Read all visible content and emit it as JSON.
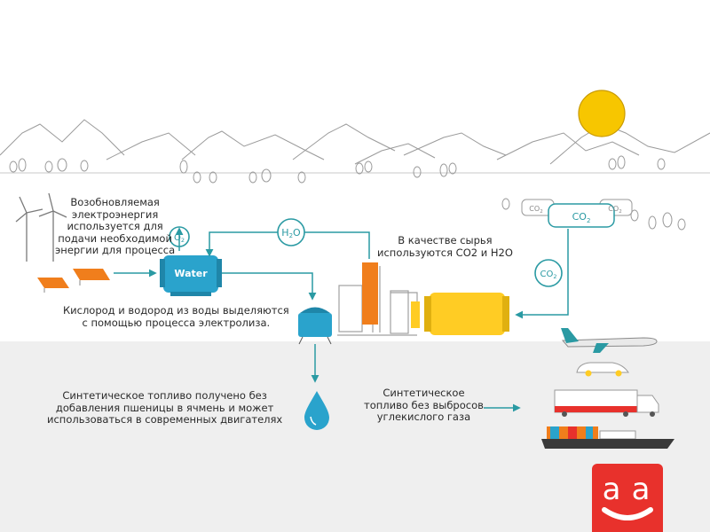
{
  "labels": {
    "renewable": [
      "Возобновляемая",
      "электроэнергия",
      "используется для",
      "подачи необходимой",
      "энергии для процесса"
    ],
    "electrolysis": [
      "Кислород и водород из воды выделяются",
      "с помощью процесса электролиза."
    ],
    "feedstock": [
      "В качестве сырья",
      "используются CO2 и H2O"
    ],
    "synthetic_fuel": [
      "Синтетическое топливо получено без",
      "добавления пшеницы в ячмень и может",
      "использоваться в современных двигателях"
    ],
    "no_emissions": [
      "Синтетическое",
      "топливо без выбросов",
      "углекислого газа"
    ]
  },
  "tags": {
    "water": "Water",
    "o2": "O",
    "o2_sub": "2",
    "h2o_h": "H",
    "h2o_sub": "2",
    "h2o_o": "O",
    "co2_main": "CO",
    "co2_main_sub": "2",
    "co2_circle": "CO",
    "co2_circle_sub": "2",
    "co2_small_left": "CO",
    "co2_small_left_sub": "2",
    "co2_small_right": "CO",
    "co2_small_right_sub": "2"
  },
  "logo_letters": [
    "a",
    "a"
  ],
  "colors": {
    "teal": "#2a9aa3",
    "water_blue": "#2aa3cc",
    "sun": "#f7c600",
    "orange": "#f07e1c",
    "yellow": "#ffcc24",
    "logo_red": "#e8312c",
    "ground": "#efefef"
  },
  "icons": [
    "wind-turbine-icon",
    "solar-panel-icon",
    "water-tank-icon",
    "electrolyzer-icon",
    "refinery-icon",
    "fuel-drop-icon",
    "airplane-icon",
    "car-icon",
    "truck-icon",
    "ship-icon",
    "sun-icon"
  ]
}
